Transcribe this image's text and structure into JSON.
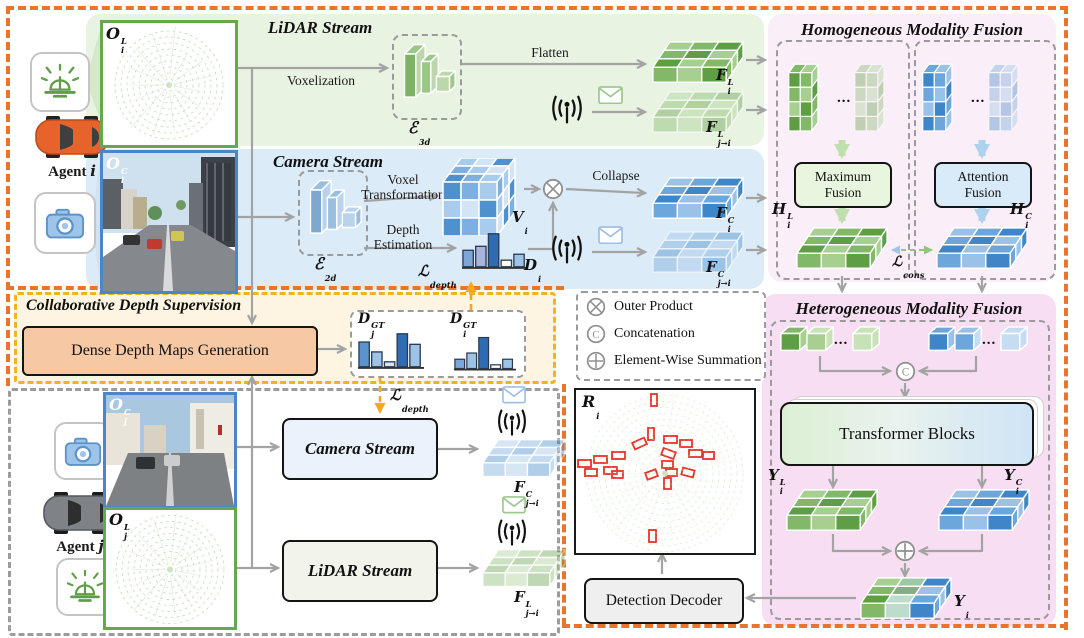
{
  "colors": {
    "orange_border": "#e8752b",
    "gold_border": "#f0b51c",
    "panel_green": "#e8f3e2",
    "panel_blue": "#dcebf8",
    "panel_pink_light": "#faeef8",
    "panel_pink": "#f7def2",
    "cream": "#fdf5e2",
    "dense_fill": "#f6c8a4",
    "green": "#5e9e45",
    "blue": "#3f86c8",
    "red_box": "#e73127",
    "arrow_gray": "#a3a3a3"
  },
  "panels": {
    "lidar": {
      "title": "LiDAR Stream"
    },
    "camera": {
      "title": "Camera Stream"
    },
    "homogeneous": {
      "title": "Homogeneous Modality Fusion"
    },
    "heterogeneous": {
      "title": "Heterogeneous Modality Fusion"
    },
    "depth": {
      "title": "Collaborative Depth Supervision"
    }
  },
  "agents": {
    "i": {
      "label": "Agent",
      "sub": "i"
    },
    "j": {
      "label": "Agent",
      "sub": "j"
    }
  },
  "ops": {
    "voxelization": "Voxelization",
    "flatten": "Flatten",
    "voxel_transform_1": "Voxel",
    "voxel_transform_2": "Transformation",
    "depth_est_1": "Depth",
    "depth_est_2": "Estimation",
    "collapse": "Collapse",
    "dots": "..."
  },
  "boxes": {
    "dense": "Dense Depth Maps Generation",
    "maximum_1": "Maximum",
    "maximum_2": "Fusion",
    "attention_1": "Attention",
    "attention_2": "Fusion",
    "transformer": "Transformer Blocks",
    "detector": "Detection Decoder",
    "camera_stream_j": "Camera Stream",
    "lidar_stream_j": "LiDAR Stream"
  },
  "legend": {
    "outer": {
      "label": "Outer Product"
    },
    "concat": {
      "label": "Concatenation"
    },
    "sum": {
      "label": "Element-Wise Summation"
    }
  },
  "math": {
    "OiL": {
      "b": "O",
      "s": "L",
      "u": "i"
    },
    "OiC": {
      "b": "O",
      "s": "C",
      "u": "i"
    },
    "OjC": {
      "b": "O",
      "s": "C",
      "u": "j"
    },
    "OjL": {
      "b": "O",
      "s": "L",
      "u": "j"
    },
    "E3d": {
      "b": "ℰ",
      "u": "3d"
    },
    "E2d": {
      "b": "ℰ",
      "u": "2d"
    },
    "FiL": {
      "b": "F",
      "s": "L",
      "u": "i"
    },
    "FjiL": {
      "b": "F",
      "s": "L",
      "u": "j→i"
    },
    "FiC": {
      "b": "F",
      "s": "C",
      "u": "i"
    },
    "FjiC": {
      "b": "F",
      "s": "C",
      "u": "j→i"
    },
    "Vi": {
      "b": "V",
      "u": "i"
    },
    "Di": {
      "b": "D",
      "u": "i"
    },
    "Ldepth": {
      "b": "ℒ",
      "u": "depth"
    },
    "Lcons": {
      "b": "ℒ",
      "u": "cons"
    },
    "HiL": {
      "b": "H",
      "s": "L",
      "u": "i"
    },
    "HiC": {
      "b": "H",
      "s": "C",
      "u": "i"
    },
    "DjGT": {
      "b": "D",
      "s": "GT",
      "u": "j"
    },
    "DiGT": {
      "b": "D",
      "s": "GT",
      "u": "i"
    },
    "Ri": {
      "b": "R",
      "u": "i"
    },
    "YiL": {
      "b": "Y",
      "s": "L",
      "u": "i"
    },
    "YiC": {
      "b": "Y",
      "s": "C",
      "u": "i"
    },
    "Yi": {
      "b": "Y",
      "u": "i"
    }
  }
}
